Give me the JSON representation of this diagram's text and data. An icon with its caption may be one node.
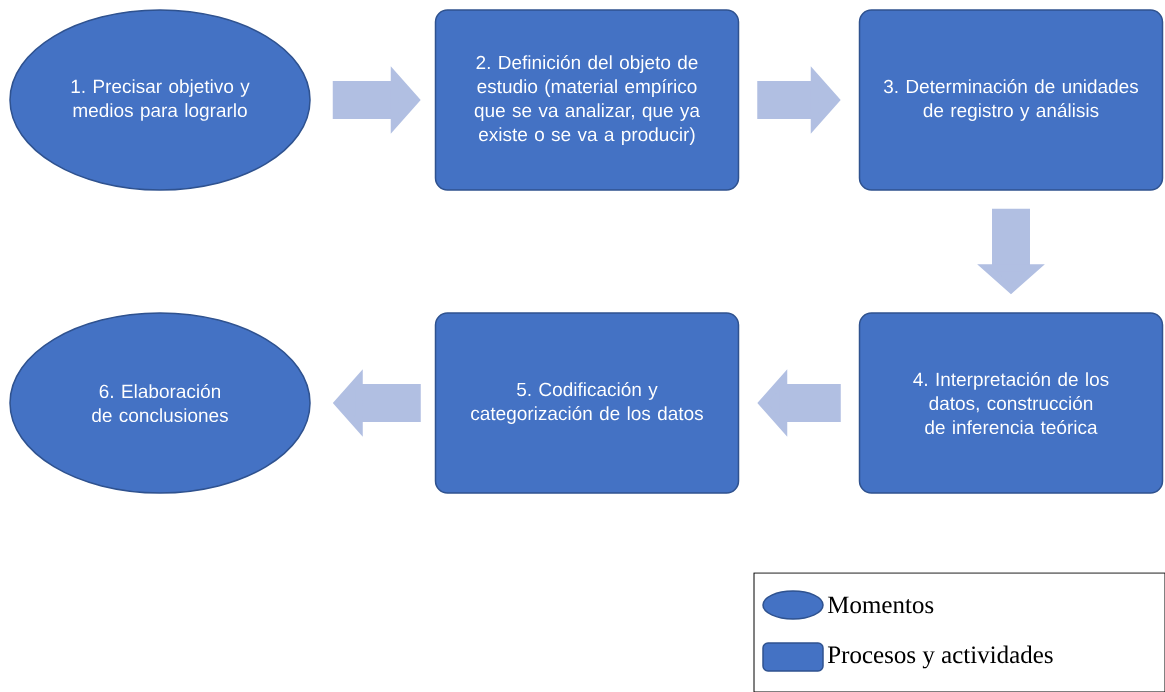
{
  "diagram": {
    "nodes": [
      {
        "text": [
          "1. Precisar objetivo y medios para lograrlo"
        ]
      },
      {
        "text": [
          "2. Definición del objeto de estudio (material empírico que se va analizar, que ya existe o se va a producir)"
        ]
      },
      {
        "text": [
          "3. Determinación de unidades de registro y análisis"
        ]
      },
      {
        "text": [
          "4. Interpretación de los datos, construcción de inferencia teórica"
        ]
      },
      {
        "text": [
          "5. Codificación y categorización de los datos"
        ]
      },
      {
        "text": [
          "6. Elaboración de conclusiones"
        ]
      }
    ],
    "edges": [
      {
        "from": 0,
        "to": 1,
        "arrow": "to"
      },
      {
        "from": 1,
        "to": 2,
        "arrow": "to"
      },
      {
        "from": 2,
        "to": 3,
        "arrow": "to"
      },
      {
        "from": 3,
        "to": 4,
        "arrow": "to"
      },
      {
        "from": 4,
        "to": 5,
        "arrow": "to"
      }
    ],
    "legend": [
      {
        "text": "Momentos"
      },
      {
        "text": "Procesos y actividades"
      }
    ]
  }
}
